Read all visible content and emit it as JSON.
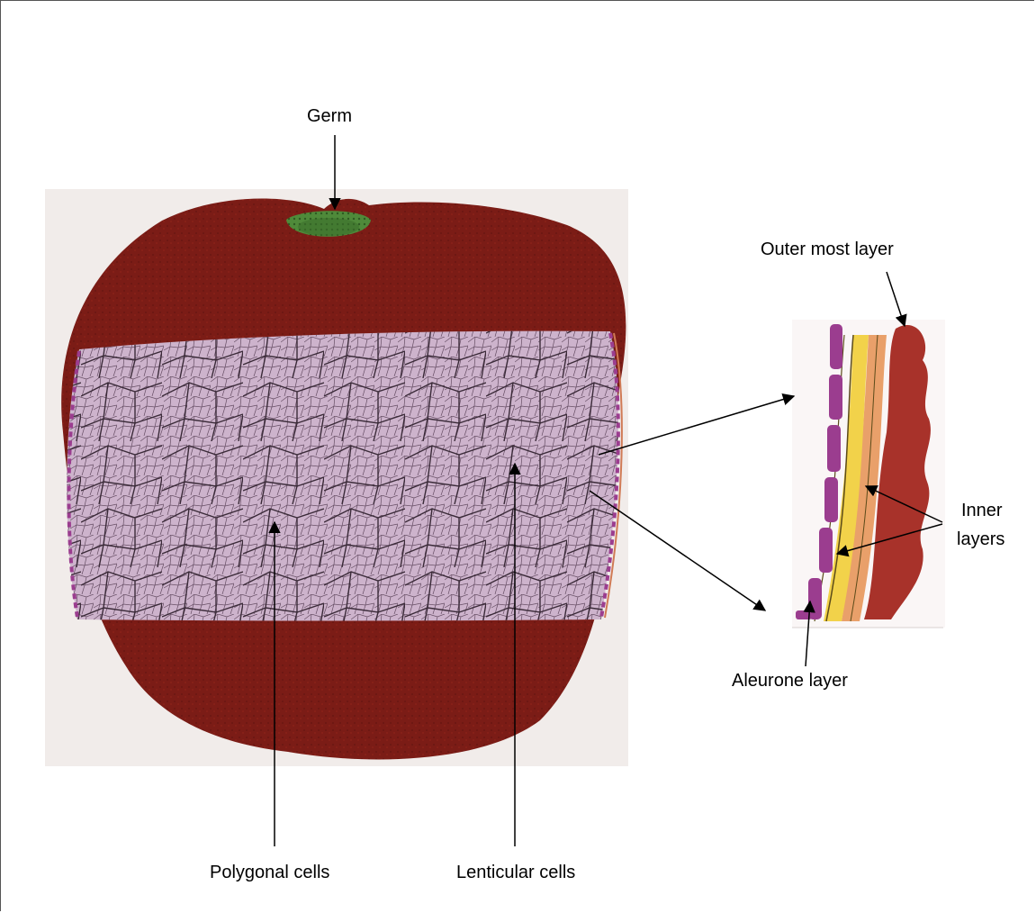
{
  "labels": {
    "germ": "Germ",
    "outer_most_layer": "Outer most layer",
    "inner_layers_line1": "Inner",
    "inner_layers_line2": "layers",
    "aleurone_layer": "Aleurone layer",
    "polygonal_cells": "Polygonal cells",
    "lenticular_cells": "Lenticular cells"
  },
  "colors": {
    "bran": "#7b1c16",
    "bran_dark": "#5e1410",
    "endosperm": "#cdb3cc",
    "cell_wall": "#3a2a38",
    "germ": "#4f8a3a",
    "aleurone": "#9b3d8f",
    "yellow_layer": "#f2d24a",
    "orange_layer": "#e9a06a",
    "outer_layer": "#a8322a"
  }
}
